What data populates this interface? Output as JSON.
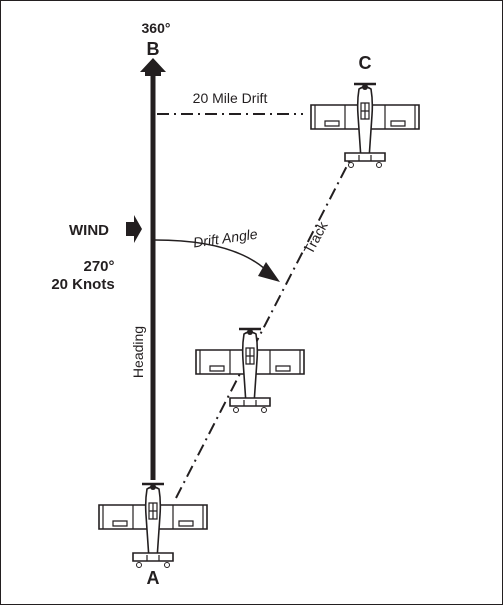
{
  "labels": {
    "heading_degrees": "360°",
    "point_b": "B",
    "point_c": "C",
    "point_a": "A",
    "drift": "20 Mile Drift",
    "wind": "WIND",
    "wind_direction": "270°",
    "wind_speed": "20 Knots",
    "drift_angle": "Drift Angle",
    "track": "Track",
    "heading": "Heading"
  },
  "colors": {
    "ink": "#231f20",
    "background": "#ffffff"
  },
  "icons": {
    "wind_arrow": "wind-arrow-icon",
    "heading_arrow": "heading-arrow-icon",
    "aircraft": "aircraft-icon"
  }
}
